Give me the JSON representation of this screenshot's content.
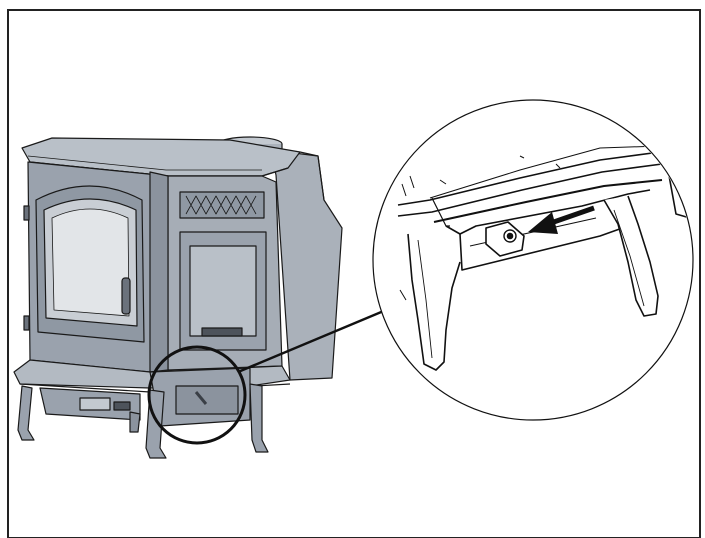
{
  "figure": {
    "description_icons": [
      "wood-stove",
      "detail-magnifier",
      "direction-arrow"
    ],
    "colors": {
      "stove_body": "#9aa2ad",
      "stove_light": "#c3c9d0",
      "stove_dark": "#6b727c",
      "outline": "#1a1a1a",
      "arrow": "#111111"
    }
  }
}
